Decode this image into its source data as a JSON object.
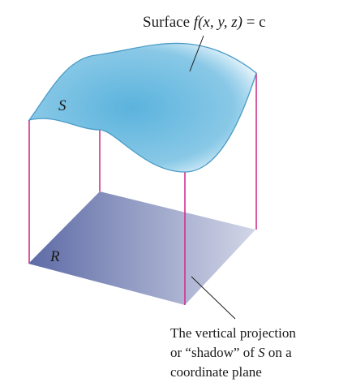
{
  "surface_label": {
    "prefix": "Surface ",
    "func": "f",
    "args": "(x, y, z)",
    "rest": " = c"
  },
  "surface_name": "S",
  "region_name": "R",
  "caption": {
    "line1": "The vertical projection",
    "line2_pre": "or “shadow” of ",
    "line2_var": "S",
    "line2_post": " on a",
    "line3": "coordinate plane"
  },
  "colors": {
    "surface_fill_light": "#dff1fa",
    "surface_fill_dark": "#5bb3dd",
    "surface_edge": "#4a9cc8",
    "region_dark": "#5d6ba6",
    "region_light": "#d2d6e7",
    "projection_lines": "#d2318f",
    "leader_lines": "#1a1a1a"
  }
}
